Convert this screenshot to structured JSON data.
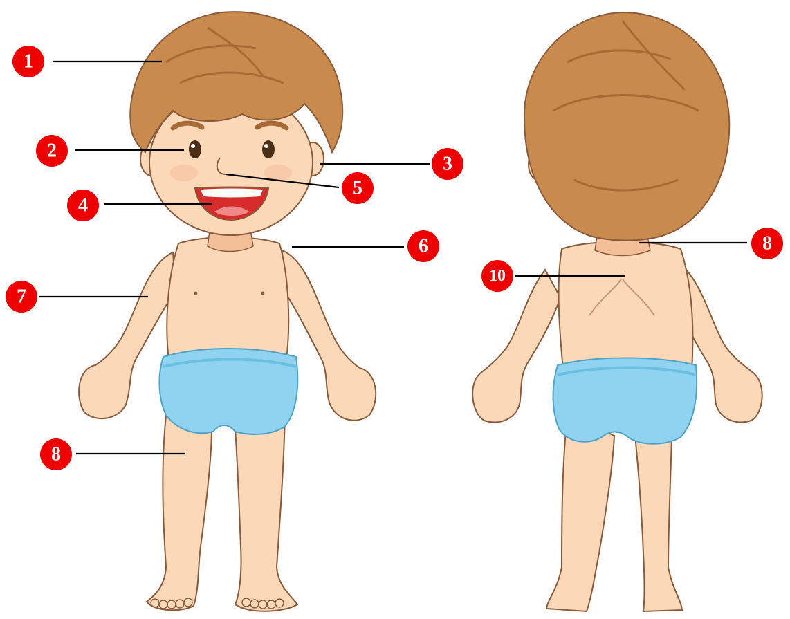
{
  "colors": {
    "badge": "#ee0000",
    "badge_text": "#ffffff",
    "leader_line": "#000000",
    "hair": "#c98a4e",
    "hair_shadow": "#a86a35",
    "skin": "#fbd9b8",
    "skin_shadow": "#f2bf98",
    "outline": "#8a5a3a",
    "underwear": "#8fd3f0",
    "underwear_shadow": "#6bbfe3",
    "mouth": "#d82b2b",
    "eye": "#4a2e16"
  },
  "figures": {
    "front": "boy-front-view",
    "back": "boy-back-view"
  },
  "labels": [
    {
      "id": "label-1",
      "text": "1"
    },
    {
      "id": "label-2",
      "text": "2"
    },
    {
      "id": "label-3",
      "text": "3"
    },
    {
      "id": "label-4",
      "text": "4"
    },
    {
      "id": "label-5",
      "text": "5"
    },
    {
      "id": "label-6",
      "text": "6"
    },
    {
      "id": "label-7",
      "text": "7"
    },
    {
      "id": "label-8-front",
      "text": "8"
    },
    {
      "id": "label-8-back",
      "text": "8"
    },
    {
      "id": "label-10",
      "text": "10"
    }
  ]
}
